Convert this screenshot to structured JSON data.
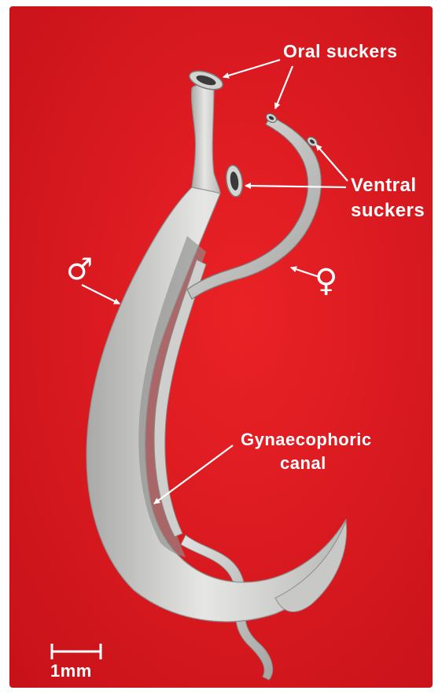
{
  "labels": {
    "oral_suckers": "Oral  suckers",
    "ventral_suckers_line1": "Ventral",
    "ventral_suckers_line2": "suckers",
    "male_symbol": "♂",
    "female_symbol": "♀",
    "gynaecophoric_line1": "Gynaecophoric",
    "gynaecophoric_line2": "canal",
    "scale_bar": "1mm"
  },
  "colors": {
    "background": "#e01a1e",
    "worm_body": "#d8d8d6",
    "worm_shadow": "#9a9a98",
    "label_text": "#ffffff",
    "frame": "#ffffff"
  }
}
